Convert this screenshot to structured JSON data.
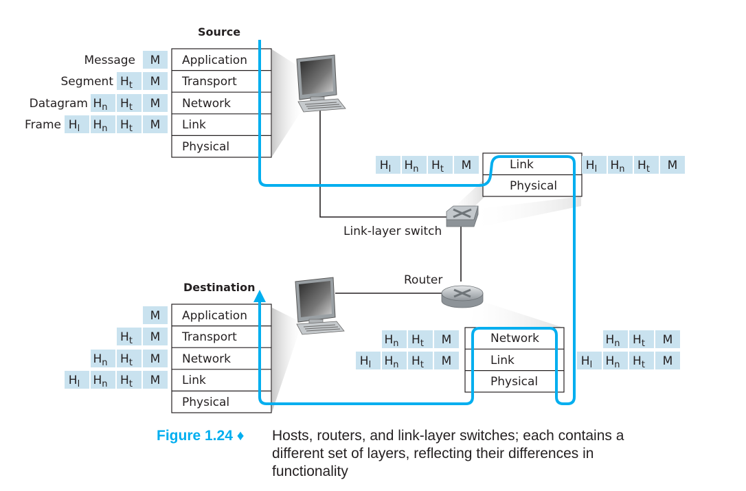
{
  "colors": {
    "accent": "#00aeef",
    "header_fill": "#c9e2ef",
    "text": "#231f20"
  },
  "source": {
    "title": "Source",
    "layers": [
      "Application",
      "Transport",
      "Network",
      "Link",
      "Physical"
    ],
    "pdu_labels": [
      "Message",
      "Segment",
      "Datagram",
      "Frame"
    ],
    "encap": [
      [
        "M"
      ],
      [
        "Ht",
        "M"
      ],
      [
        "Hn",
        "Ht",
        "M"
      ],
      [
        "Hl",
        "Hn",
        "Ht",
        "M"
      ]
    ]
  },
  "switch": {
    "label": "Link-layer switch",
    "icon": "switch-icon",
    "layers": [
      "Link",
      "Physical"
    ],
    "in_frame": [
      "Hl",
      "Hn",
      "Ht",
      "M"
    ],
    "out_frame": [
      "Hl",
      "Hn",
      "Ht",
      "M"
    ]
  },
  "router": {
    "label": "Router",
    "icon": "router-icon",
    "layers": [
      "Network",
      "Link",
      "Physical"
    ],
    "in_datagram": [
      "Hn",
      "Ht",
      "M"
    ],
    "in_frame": [
      "Hl",
      "Hn",
      "Ht",
      "M"
    ],
    "out_datagram": [
      "Hn",
      "Ht",
      "M"
    ],
    "out_frame": [
      "Hl",
      "Hn",
      "Ht",
      "M"
    ]
  },
  "destination": {
    "title": "Destination",
    "layers": [
      "Application",
      "Transport",
      "Network",
      "Link",
      "Physical"
    ],
    "encap": [
      [
        "M"
      ],
      [
        "Ht",
        "M"
      ],
      [
        "Hn",
        "Ht",
        "M"
      ],
      [
        "Hl",
        "Hn",
        "Ht",
        "M"
      ]
    ]
  },
  "hosts": {
    "source_icon": "desktop-computer-icon",
    "destination_icon": "desktop-computer-icon"
  },
  "caption": {
    "figure": "Figure 1.24",
    "separator": "♦",
    "text": "Hosts, routers, and link-layer switches; each contains a different set of layers, reflecting their differences in functionality"
  }
}
